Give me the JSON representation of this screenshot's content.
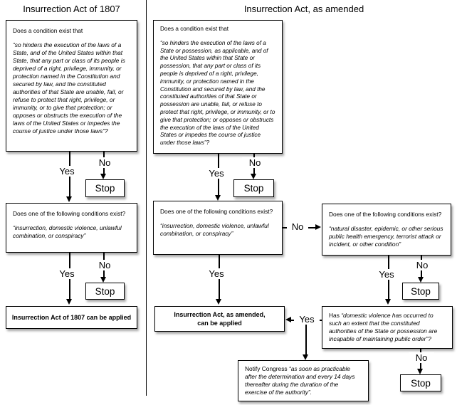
{
  "colors": {
    "line": "#000000",
    "background": "#ffffff"
  },
  "labels": {
    "yes": "Yes",
    "no": "No",
    "stop": "Stop"
  },
  "titles": {
    "left": "Insurrection Act of 1807",
    "right": "Insurrection Act, as amended"
  },
  "act1807": {
    "q1_intro": "Does a condition exist that",
    "q1_quote": "“so hinders the execution of the laws of a State, and of the United States within that State, that any part or class of its people is deprived of a right, privilege, immunity, or protection named in the Constitution and secured by law, and the constituted authorities of that State are unable, fail, or refuse to protect that right, privilege, or immunity, or to give that protection; or opposes or obstructs the execution of the laws of the United States or impedes the course of justice under those laws”?",
    "q2_intro": "Does one of the following conditions exist?",
    "q2_quote": "“insurrection, domestic violence, unlawful combination, or conspiracy”",
    "result": "Insurrection Act of 1807 can be applied"
  },
  "amended": {
    "q1_intro": "Does a condition exist that",
    "q1_quote": "“so hinders the execution of the laws of a State or possession, as applicable, and of the United States within that State or possession, that any part or class of its people is deprived of a right, privilege, immunity, or protection named in the Constitution and secured by law, and the constituted authorities of that State or possession are unable, fail, or refuse to protect that right, privilege, or immunity, or to give that protection; or opposes or obstructs the execution of the laws of the United States or impedes the course of justice under those laws”?",
    "q2_intro": "Does one of the following conditions exist?",
    "q2_quote": "“insurrection, domestic violence, unlawful combination, or conspiracy”",
    "q3_intro": "Does one of the following conditions exist?",
    "q3_quote": "“natural disaster, epidemic, or other serious public health emergency, terrorist attack or incident, or other condition”",
    "q4_prefix": "Has ",
    "q4_quote": "“domestic violence has occurred to such an extent that the constituted authorities of the State or possession are incapable of maintaining public order”?",
    "result_line1": "Insurrection Act, as amended,",
    "result_line2": "can be applied",
    "notify_prefix": "Notify Congress ",
    "notify_quote": "“as soon as practicable after the determination and every 14 days thereafter during the duration of the exercise of the authority”."
  }
}
